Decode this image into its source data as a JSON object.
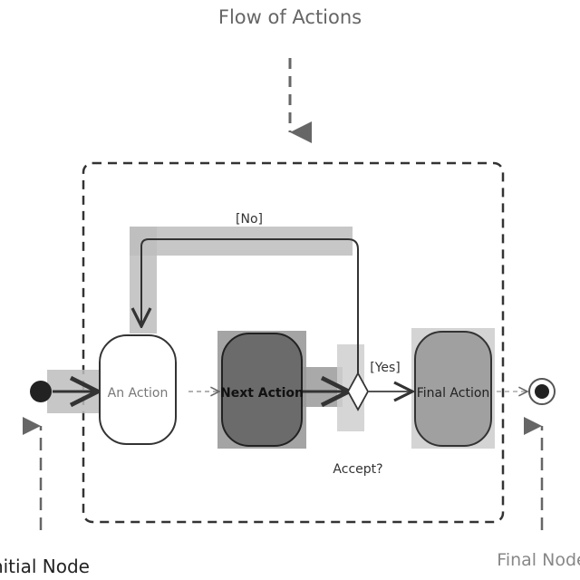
{
  "title": "Flow of Actions",
  "nodes": {
    "initial_label": "Initial Node",
    "final_label": "Final Node",
    "action_1": "An Action",
    "action_2": "Next Action",
    "action_3": "Final Action",
    "decision_label": "Accept?"
  },
  "guards": {
    "no": "[No]",
    "yes": "[Yes]"
  },
  "colors": {
    "initial_node": "#222222",
    "final_node": "#222222",
    "action_1_fill": "#ffffff",
    "action_2_fill": "#6b6b6b",
    "action_3_fill": "#a0a0a0",
    "highlight": "#b0b0b0",
    "frame": "#333333"
  }
}
